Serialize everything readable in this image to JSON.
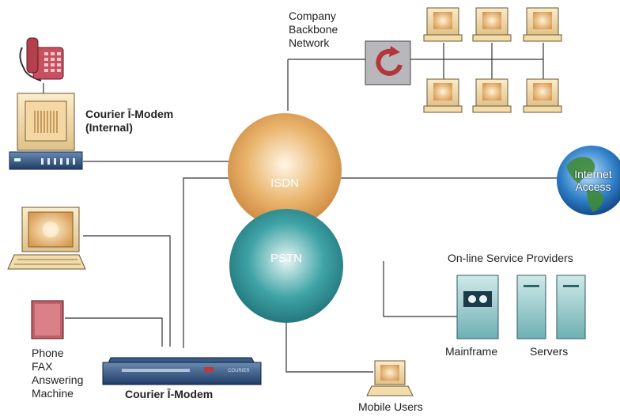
{
  "labels": {
    "company_backbone": [
      "Company",
      "Backbone",
      "Network"
    ],
    "courier_internal": [
      "Courier Ī-Modem",
      "(Internal)"
    ],
    "isdn": "ISDN",
    "pstn": "PSTN",
    "internet": [
      "Internet",
      "Access"
    ],
    "online_providers": "On-line Service Providers",
    "mainframe": "Mainframe",
    "servers": "Servers",
    "mobile_users": "Mobile Users",
    "phone_fax": [
      "Phone",
      "FAX",
      "Answering",
      "Machine"
    ],
    "courier_external": "Courier Ī-Modem",
    "modem_brand": "COURIER"
  },
  "colors": {
    "isdn": "#e0a45a",
    "pstn": "#2f8f93",
    "phone": "#c9505e",
    "lines": "#333333",
    "pc_beige": "#f0d9a0",
    "router": "#b3363a"
  }
}
